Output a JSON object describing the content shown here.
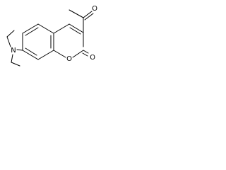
{
  "diagram": {
    "atoms": {
      "nitrogen": "N",
      "ring_oxygen": "O",
      "carbonyl_oxygen": "O",
      "acetyl_oxygen": "O"
    },
    "colors": {
      "bond": "#000000",
      "label": "#000000",
      "background": "#ffffff"
    }
  }
}
